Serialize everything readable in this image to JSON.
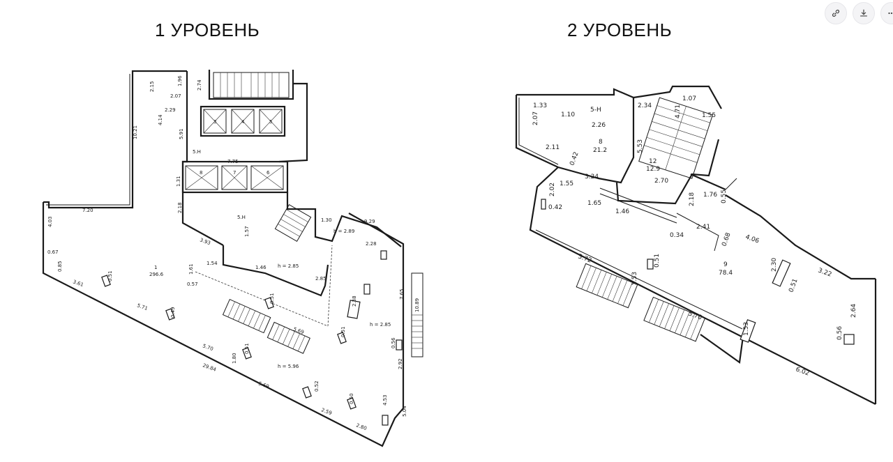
{
  "titles": {
    "level1": "1 УРОВЕНЬ",
    "level2": "2 УРОВЕНЬ"
  },
  "toolbar": {
    "icons": [
      "link-icon",
      "download-icon",
      "more-icon"
    ]
  },
  "level1": {
    "room_main": "1",
    "room_main_area": "296.6",
    "heights": [
      "h = 5.96",
      "h = 2.85",
      "h = 2.89",
      "h = 2.85"
    ],
    "lift_numbers": [
      "3",
      "4",
      "5",
      "8",
      "7",
      "6"
    ],
    "labels": [
      "7.20",
      "4.03",
      "10.21",
      "4.14",
      "2.29",
      "2.15",
      "1.96",
      "2.07",
      "5.91",
      "2.74",
      "5.H",
      "7.75",
      "3.61",
      "0.51",
      "5.71",
      "0.49",
      "0.51",
      "5.69",
      "0.51",
      "5.70",
      "0.51",
      "1.80",
      "29.84",
      "5.69",
      "0.52",
      "2.59",
      "0.50",
      "2.80",
      "4.53",
      "5.04",
      "2.92",
      "10.89",
      "7.65",
      "2.38",
      "0.56",
      "2.28",
      "9.29",
      "1.30",
      "2.85",
      "3.93",
      "1.61",
      "1.54",
      "1.46",
      "2.18",
      "1.31",
      "5.H",
      "1.57",
      "0.57",
      "0.85",
      "0.67"
    ]
  },
  "level2": {
    "room_main": "9",
    "room_main_area": "78.4",
    "room_upper": "8",
    "room_upper_area": "21.2",
    "stair_room": "12",
    "stair_area": "12.9",
    "labels": [
      "1.33",
      "1.10",
      "5-H",
      "2.34",
      "1.07",
      "4.71",
      "1.55",
      "2.26",
      "2.07",
      "2.11",
      "5.53",
      "0.42",
      "3.24",
      "2.70",
      "1.55",
      "2.02",
      "0.42",
      "1.65",
      "1.46",
      "2.18",
      "2.41",
      "1.76",
      "0.55",
      "4.06",
      "0.34",
      "0.68",
      "5.72",
      "1.53",
      "0.51",
      "2.30",
      "3.22",
      "0.51",
      "5.70",
      "1.53",
      "2.64",
      "0.56",
      "6.02"
    ]
  }
}
